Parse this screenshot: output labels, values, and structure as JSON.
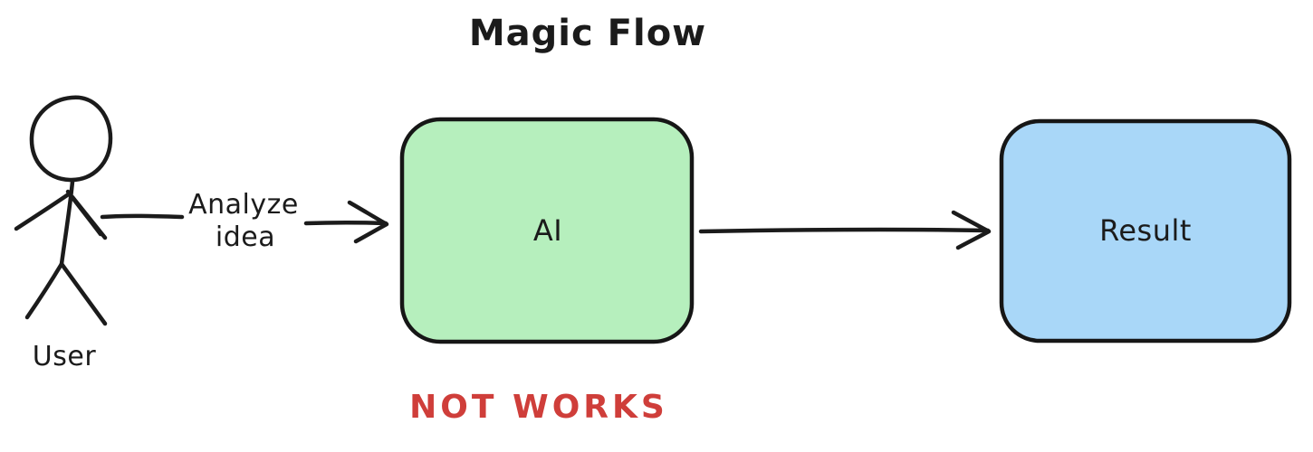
{
  "diagram": {
    "title": "Magic Flow",
    "background": "#ffffff",
    "stroke_color": "#1b1b1b",
    "actor": {
      "label": "User"
    },
    "nodes": [
      {
        "id": "ai",
        "label": "AI",
        "fill": "#b6efbd"
      },
      {
        "id": "result",
        "label": "Result",
        "fill": "#a9d7f8"
      }
    ],
    "edges": [
      {
        "from": "User",
        "to": "AI",
        "label_lines": [
          "Analyze",
          "idea"
        ]
      },
      {
        "from": "AI",
        "to": "Result",
        "label_lines": []
      }
    ],
    "annotation": {
      "text": "NOT WORKS",
      "color": "#cf3e3a"
    }
  }
}
